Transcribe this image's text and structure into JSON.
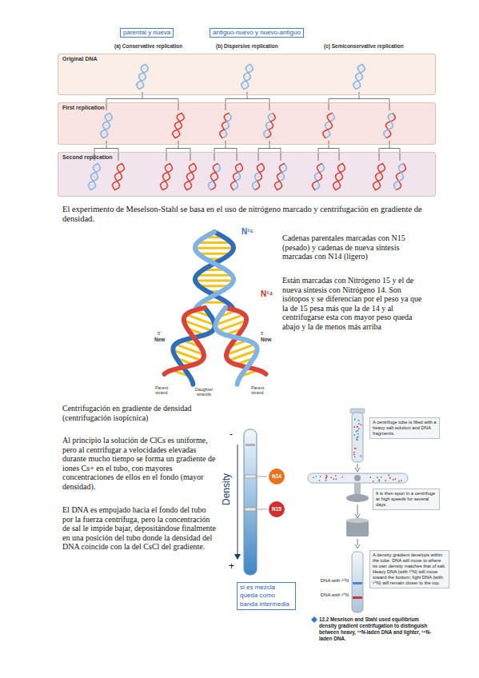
{
  "diagram": {
    "caption": "12.2 Meselson and Stahl used equilibrium density gradient centrifugation to distinguish between heavy, ¹⁵N-laden DNA and lighter, ¹⁴N-laden DNA.",
    "nodes": [
      {
        "text": [
          "parental y nueva"
        ]
      },
      {
        "text": [
          "antiguo-nuevo y nuevo-antiguo"
        ]
      },
      {
        "text": [
          "Original DNA"
        ]
      },
      {
        "text": [
          "First replication"
        ]
      },
      {
        "text": [
          "Second replication"
        ]
      },
      {
        "text": [
          "A centrifuge tube is filled with a heavy salt solution and DNA fragments."
        ]
      },
      {
        "text": [
          "N14"
        ]
      },
      {
        "text": [
          "It is then spun in a centrifuge at high speeds for several days."
        ]
      },
      {
        "text": [
          "N15"
        ]
      },
      {
        "text": [
          "A density gradient develops within the tube. DNA will move to where its own density matches that of salt. Heavy DNA (with ¹⁵N) will move toward the bottom; light DNA (with ¹⁴N) will remain closer to the top."
        ]
      },
      {
        "text": [
          "si es mezcla queda como banda intermedia"
        ]
      }
    ],
    "labels": [
      "(a) Conservative replication",
      "(b) Dispersive replication",
      "(c) Semiconservative replication",
      "El experimento de Meselson-Stahl se basa en el uso de nitrógeno marcado y centrifugación en gradiente de densidad.",
      "N¹⁵",
      "N¹⁴",
      "5'",
      "New",
      "5'",
      "New",
      "Parent strand",
      "Daughter strands",
      "Parent strand",
      "Cadenas parentales marcadas con N15 (pesado) y cadenas de nueva síntesis marcadas con N14 (ligero)",
      "Están marcadas con Nitrógeno 15 y el de nueva síntesis con Nitrógeno 14. Son isótopos y se diferencian por el peso ya que la de 15 pesa más que la de 14 y al centrifugarse esta con mayor peso queda abajo y la de menos más arriba",
      "Centrifugación en gradiente de densidad (centrifugación isopícnica)",
      "Al principio la solución de ClCs es uniforme, pero al centrifugar a velocidades elevadas durante mucho tiempo se forma un gradiente de iones Cs+ en el tubo, con mayores concentraciones de ellos en el fondo (mayor densidad).",
      "El DNA es empujado hacia el fondo del tubo por la fuerza centrífuga, pero la concentración de sal le impide bajar, depositándose finalmente en una posición del tubo donde la densidad del DNA coincide con la del CsCl del gradiente.",
      "Density",
      "-",
      "+",
      "DNA with ¹⁴N",
      "DNA with ¹⁵N"
    ]
  }
}
